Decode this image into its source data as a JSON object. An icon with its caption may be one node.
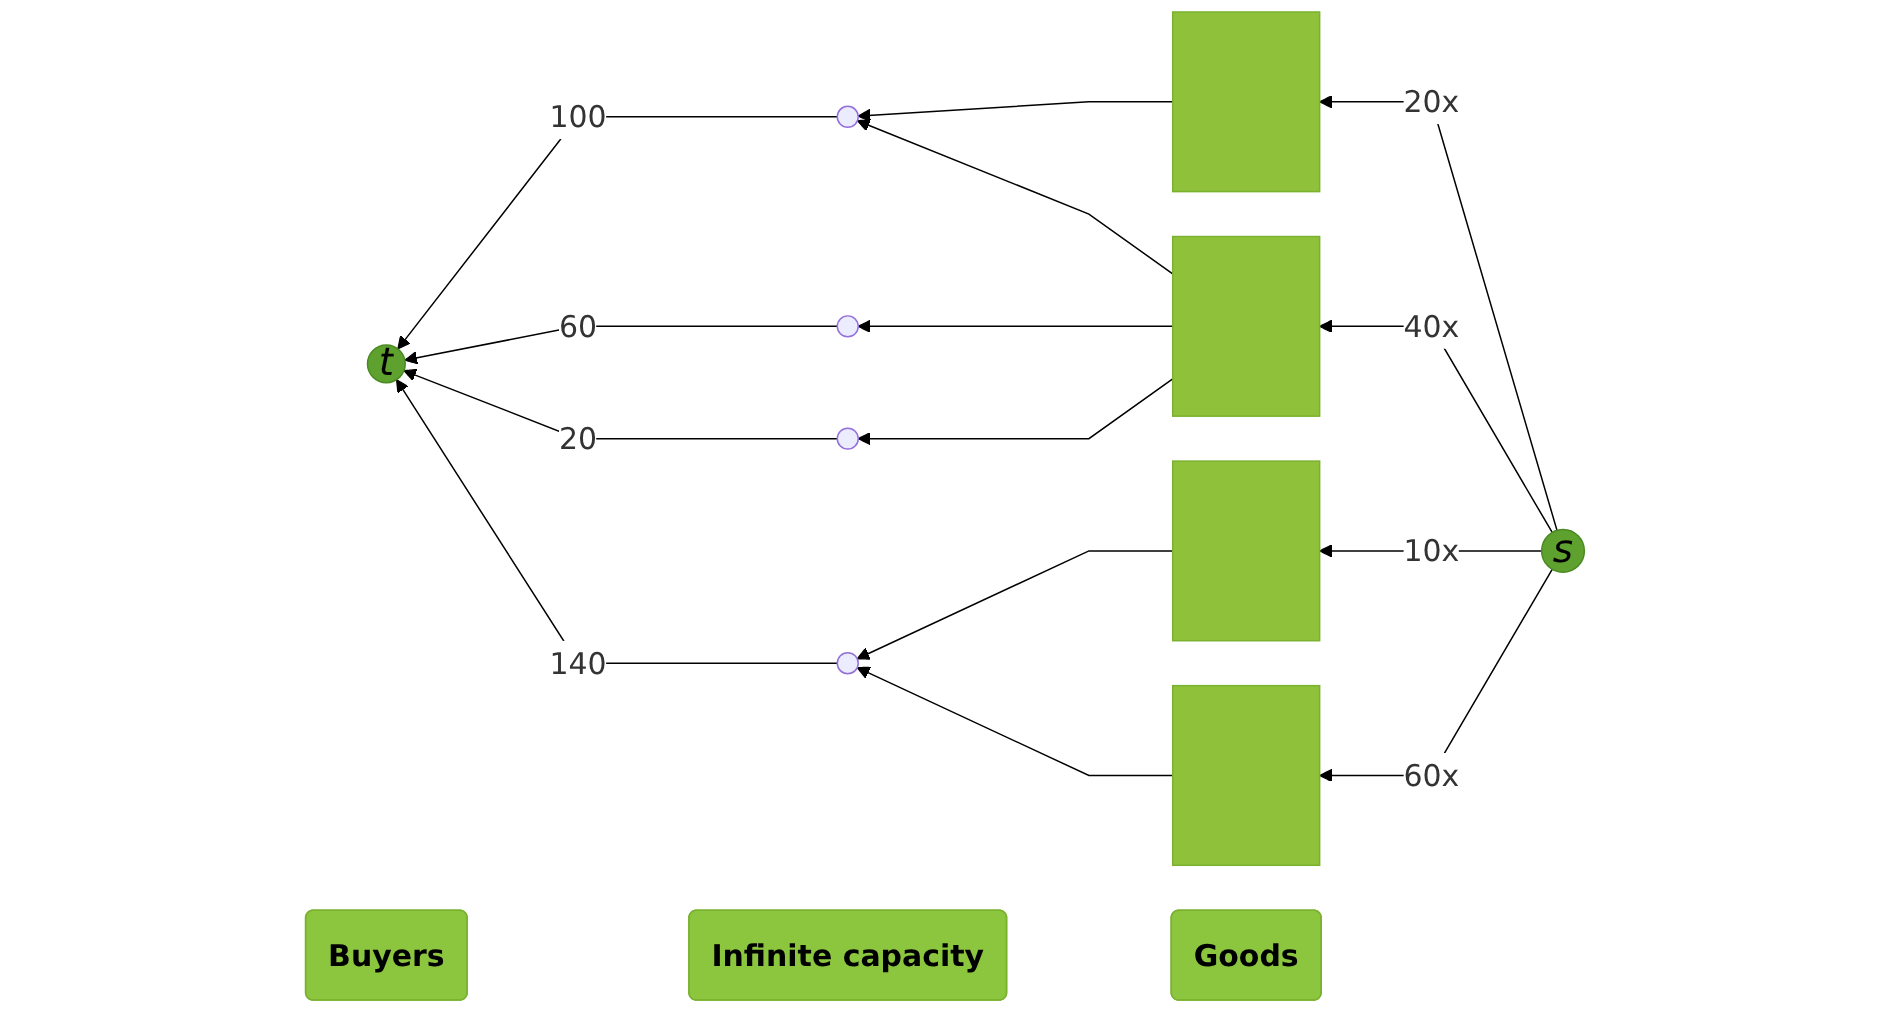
{
  "diagram": {
    "nodes": [
      {
        "text": [
          "t"
        ]
      },
      {
        "text": [],
        "shape": "circle"
      },
      {
        "text": [],
        "shape": "circle"
      },
      {
        "text": [],
        "shape": "circle"
      },
      {
        "text": [],
        "shape": "circle"
      },
      {
        "text": [],
        "shape": "box"
      },
      {
        "text": [],
        "shape": "box"
      },
      {
        "text": [],
        "shape": "box"
      },
      {
        "text": [],
        "shape": "box"
      },
      {
        "text": [
          "s"
        ]
      },
      {
        "text": [
          "Buyers"
        ]
      },
      {
        "text": [
          "Infinite capacity"
        ]
      },
      {
        "text": [
          "Goods"
        ]
      }
    ],
    "edges": [
      {
        "from": 9,
        "to": 5,
        "label": "20x",
        "arrow": "to"
      },
      {
        "from": 9,
        "to": 6,
        "label": "40x",
        "arrow": "to"
      },
      {
        "from": 9,
        "to": 7,
        "label": "10x",
        "arrow": "to"
      },
      {
        "from": 9,
        "to": 8,
        "label": "60x",
        "arrow": "to"
      },
      {
        "from": 5,
        "to": 1,
        "arrow": "to"
      },
      {
        "from": 6,
        "to": 1,
        "arrow": "to"
      },
      {
        "from": 6,
        "to": 2,
        "arrow": "to"
      },
      {
        "from": 6,
        "to": 3,
        "arrow": "to"
      },
      {
        "from": 7,
        "to": 4,
        "arrow": "to"
      },
      {
        "from": 8,
        "to": 4,
        "arrow": "to"
      },
      {
        "from": 1,
        "to": 0,
        "label": "100",
        "arrow": "to"
      },
      {
        "from": 2,
        "to": 0,
        "label": "60",
        "arrow": "to"
      },
      {
        "from": 3,
        "to": 0,
        "label": "20",
        "arrow": "to"
      },
      {
        "from": 4,
        "to": 0,
        "label": "140",
        "arrow": "to"
      }
    ]
  }
}
